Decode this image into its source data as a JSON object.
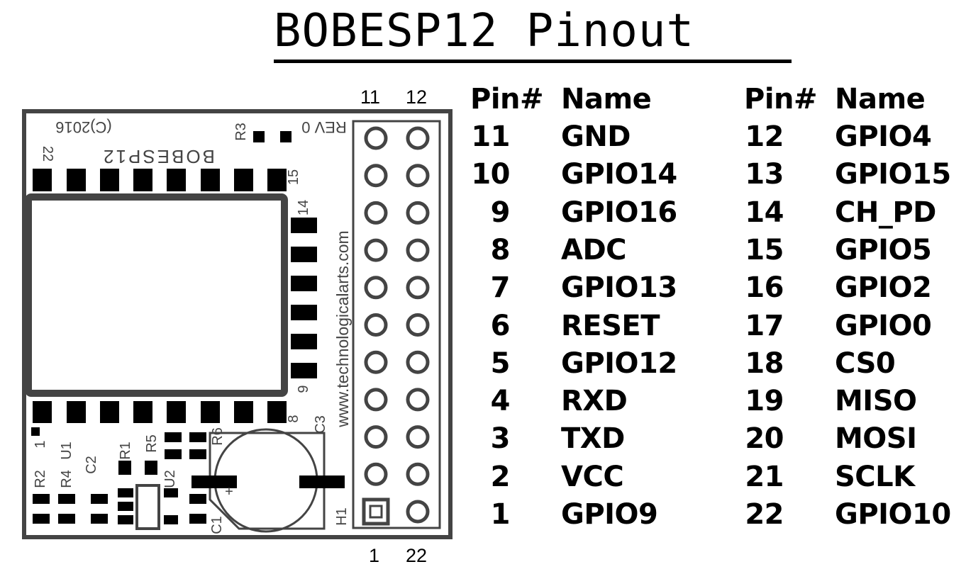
{
  "title": "BOBESP12 Pinout",
  "board": {
    "silkscreen": {
      "brand": "BOBESP12",
      "copyright": "(C)2016",
      "revision": "REV 0",
      "website": "www.technologicalarts.com",
      "pin_markers": [
        "22",
        "15",
        "14",
        "9",
        "8",
        "1"
      ],
      "refs": [
        "R3",
        "R2",
        "R4",
        "U1",
        "C2",
        "R1",
        "R5",
        "U2",
        "R6",
        "C3",
        "C1",
        "H1",
        "+"
      ]
    },
    "connector_labels": {
      "top_left": "11",
      "top_right": "12",
      "bottom_left": "1",
      "bottom_right": "22"
    }
  },
  "table": {
    "headers": {
      "pin": "Pin#",
      "name": "Name"
    },
    "left": [
      {
        "pin": "11",
        "name": "GND"
      },
      {
        "pin": "10",
        "name": "GPIO14"
      },
      {
        "pin": "9",
        "name": "GPIO16"
      },
      {
        "pin": "8",
        "name": "ADC"
      },
      {
        "pin": "7",
        "name": "GPIO13"
      },
      {
        "pin": "6",
        "name": "RESET"
      },
      {
        "pin": "5",
        "name": "GPIO12"
      },
      {
        "pin": "4",
        "name": "RXD"
      },
      {
        "pin": "3",
        "name": "TXD"
      },
      {
        "pin": "2",
        "name": "VCC"
      },
      {
        "pin": "1",
        "name": "GPIO9"
      }
    ],
    "right": [
      {
        "pin": "12",
        "name": "GPIO4"
      },
      {
        "pin": "13",
        "name": "GPIO15"
      },
      {
        "pin": "14",
        "name": "CH_PD"
      },
      {
        "pin": "15",
        "name": "GPIO5"
      },
      {
        "pin": "16",
        "name": "GPIO2"
      },
      {
        "pin": "17",
        "name": "GPIO0"
      },
      {
        "pin": "18",
        "name": "CS0"
      },
      {
        "pin": "19",
        "name": "MISO"
      },
      {
        "pin": "20",
        "name": "MOSI"
      },
      {
        "pin": "21",
        "name": "SCLK"
      },
      {
        "pin": "22",
        "name": "GPIO10"
      }
    ]
  }
}
